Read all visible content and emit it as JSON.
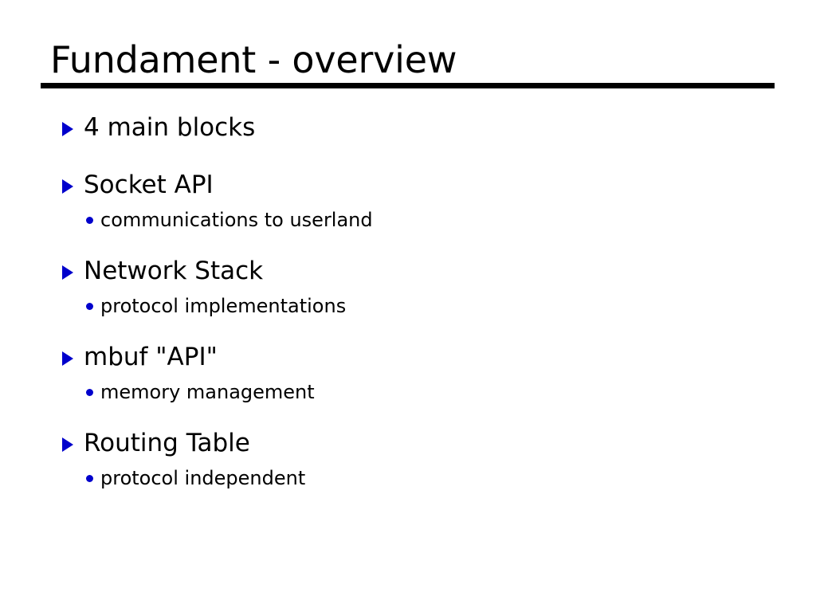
{
  "slide": {
    "title": "Fundament - overview",
    "accent_color": "#0000CC",
    "text_color": "#000000",
    "background_color": "#FFFFFF",
    "rule_color": "#000000",
    "bullet_icons": {
      "level1": "triangle-right-icon",
      "level2": "dot-icon"
    },
    "groups": [
      {
        "heading": "4 main blocks",
        "subs": []
      },
      {
        "heading": "Socket API",
        "subs": [
          {
            "text": "communications to userland"
          }
        ]
      },
      {
        "heading": "Network Stack",
        "subs": [
          {
            "text": "protocol implementations"
          }
        ]
      },
      {
        "heading": "mbuf \"API\"",
        "subs": [
          {
            "text": "memory management"
          }
        ]
      },
      {
        "heading": "Routing Table",
        "subs": [
          {
            "text": "protocol independent"
          }
        ]
      }
    ]
  }
}
